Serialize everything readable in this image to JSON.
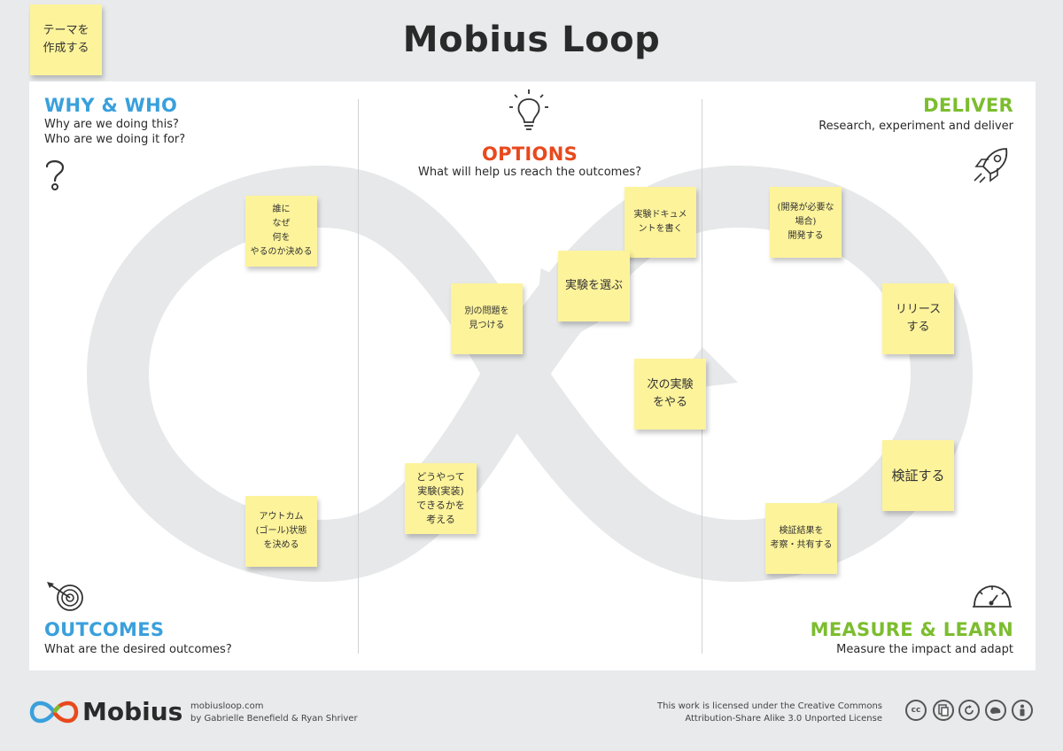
{
  "title": "Mobius Loop",
  "theme_note": "テーマを\n作成する",
  "sections": {
    "why": {
      "title": "WHY & WHO",
      "subtitle": "Why are we doing this?\nWho are we doing it for?"
    },
    "options": {
      "title": "OPTIONS",
      "subtitle": "What will help us reach the outcomes?"
    },
    "deliver": {
      "title": "DELIVER",
      "subtitle": "Research, experiment and deliver"
    },
    "outcomes": {
      "title": "OUTCOMES",
      "subtitle": "What are the desired outcomes?"
    },
    "measure": {
      "title": "MEASURE & LEARN",
      "subtitle": "Measure the impact and adapt"
    }
  },
  "stickies": {
    "who_why": "誰に\nなぜ\n何を\nやるのか決める",
    "outcome_state": "アウトカム\n(ゴール)状態\nを決める",
    "experiment_doc": "実験ドキュメ\nントを書く",
    "choose_experiment": "実験を選ぶ",
    "find_other_problem": "別の問題を\n見つける",
    "next_experiment": "次の実験\nをやる",
    "how_to_implement": "どうやって\n実験(実装)\nできるかを\n考える",
    "develop_if_needed": "(開発が必要な\n場合)\n開発する",
    "release": "リリース\nする",
    "verify": "検証する",
    "share_results": "検証結果を\n考察・共有する"
  },
  "icons": {
    "why": "question-mark-icon",
    "options": "lightbulb-icon",
    "deliver": "rocket-icon",
    "outcomes": "target-icon",
    "measure": "gauge-icon"
  },
  "footer": {
    "brand": "Mobius",
    "site": "mobiusloop.com",
    "authors": "by Gabrielle Benefield & Ryan Shriver",
    "license_line1": "This work is licensed under the Creative Commons",
    "license_line2": "Attribution-Share Alike 3.0 Unported License",
    "license_icons": [
      "cc",
      "by",
      "sa",
      "nc",
      "person"
    ]
  },
  "colors": {
    "why": "#3aa0dc",
    "options": "#e8491d",
    "deliver": "#7cbd2f",
    "sticky": "#fdf39b",
    "loop": "#e8eaeb"
  }
}
